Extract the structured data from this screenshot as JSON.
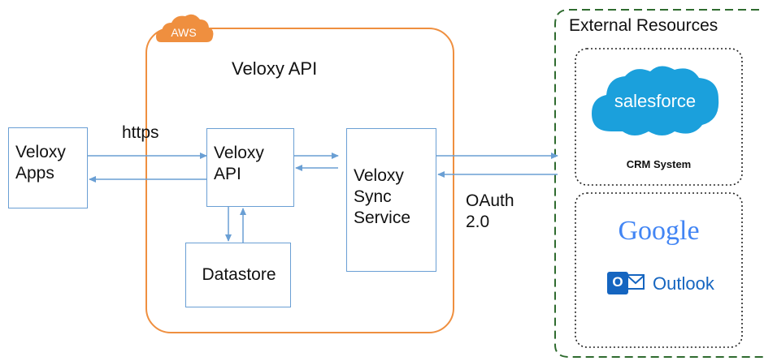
{
  "aws": {
    "badge": "AWS",
    "title": "Veloxy API",
    "api_box": {
      "line1": "Veloxy",
      "line2": "API"
    },
    "datastore": "Datastore",
    "sync": {
      "line1": "Veloxy",
      "line2": "Sync",
      "line3": "Service"
    }
  },
  "apps": {
    "line1": "Veloxy",
    "line2": "Apps"
  },
  "edges": {
    "https": "https",
    "oauth_line1": "OAuth",
    "oauth_line2": "2.0"
  },
  "external": {
    "title": "External Resources",
    "salesforce": {
      "logo_text": "salesforce",
      "caption": "CRM System"
    },
    "google": "Google",
    "outlook": {
      "badge": "O",
      "label": "Outlook"
    }
  },
  "colors": {
    "aws_orange": "#ef8f3f",
    "box_blue": "#6a9fd4",
    "external_green": "#2f6b2f",
    "salesforce_blue": "#1ba0dc",
    "outlook_blue": "#1565c0"
  }
}
